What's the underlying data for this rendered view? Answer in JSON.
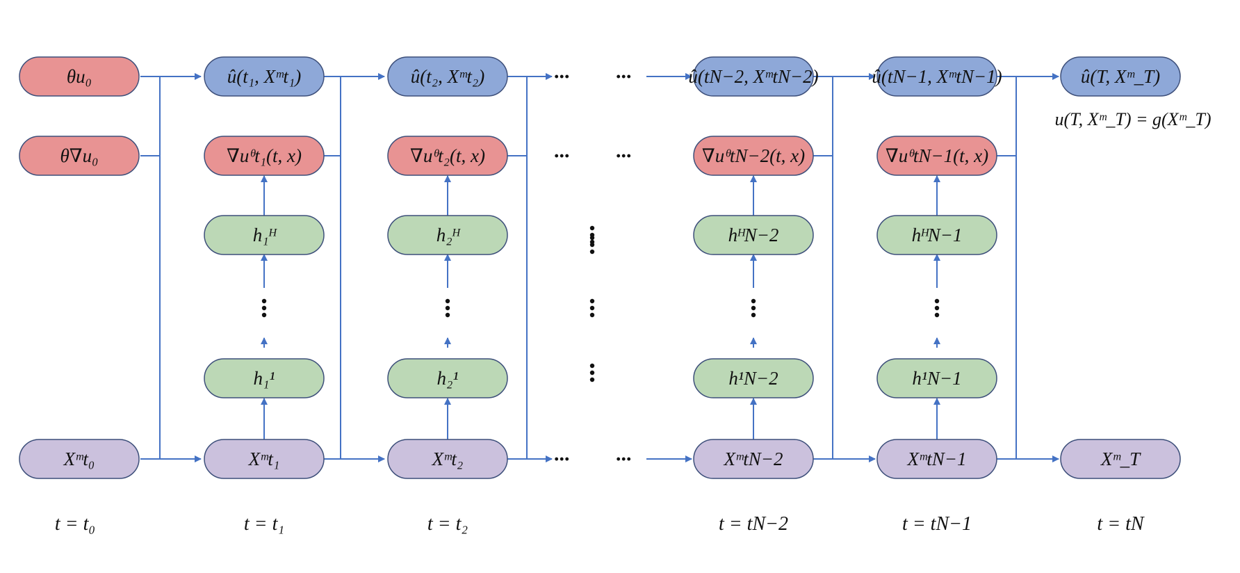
{
  "colors": {
    "red_fill": "#e89393",
    "blue_fill": "#8ea8d8",
    "green_fill": "#bcd8b6",
    "purple_fill": "#cbc1dd",
    "node_stroke": "#3d4f7a",
    "line": "#4472c4"
  },
  "nodes": {
    "theta_u0": "θu₀",
    "theta_grad_u0": "θ∇u₀",
    "x_t0": "Xᵐt₀",
    "u_hat_t1": "û(t₁, Xᵐt₁)",
    "grad_u_t1": "∇uᶿt₁(t, x)",
    "h1_H": "h₁ᴴ",
    "h1_1": "h₁¹",
    "x_t1": "Xᵐt₁",
    "u_hat_t2": "û(t₂, Xᵐt₂)",
    "grad_u_t2": "∇uᶿt₂(t, x)",
    "h2_H": "h₂ᴴ",
    "h2_1": "h₂¹",
    "x_t2": "Xᵐt₂",
    "u_hat_tN2": "û(tN−2, XᵐtN−2)",
    "grad_u_tN2": "∇uᶿtN−2(t, x)",
    "hN2_H": "hᴴN−2",
    "hN2_1": "h¹N−2",
    "x_tN2": "XᵐtN−2",
    "u_hat_tN1": "û(tN−1, XᵐtN−1)",
    "grad_u_tN1": "∇uᶿtN−1(t, x)",
    "hN1_H": "hᴴN−1",
    "hN1_1": "h¹N−1",
    "x_tN1": "XᵐtN−1",
    "u_hat_T": "û(T, Xᵐ_T)",
    "x_T": "Xᵐ_T"
  },
  "terminal_condition": "u(T, Xᵐ_T) = g(Xᵐ_T)",
  "ellipsis": "···",
  "time_labels": [
    "t = t₀",
    "t = t₁",
    "t = t₂",
    "t = tN−2",
    "t = tN−1",
    "t = tN"
  ]
}
